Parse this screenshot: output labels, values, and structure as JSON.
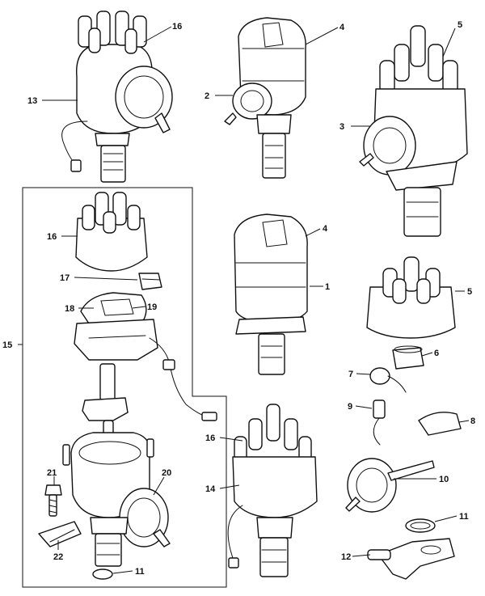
{
  "diagram": {
    "callouts": [
      {
        "id": "c16a",
        "text": "16"
      },
      {
        "id": "c13",
        "text": "13"
      },
      {
        "id": "c4a",
        "text": "4"
      },
      {
        "id": "c2",
        "text": "2"
      },
      {
        "id": "c5a",
        "text": "5"
      },
      {
        "id": "c3",
        "text": "3"
      },
      {
        "id": "c16b",
        "text": "16"
      },
      {
        "id": "c17",
        "text": "17"
      },
      {
        "id": "c18",
        "text": "18"
      },
      {
        "id": "c19",
        "text": "19"
      },
      {
        "id": "c15",
        "text": "15"
      },
      {
        "id": "c4b",
        "text": "4"
      },
      {
        "id": "c1",
        "text": "1"
      },
      {
        "id": "c5b",
        "text": "5"
      },
      {
        "id": "c6",
        "text": "6"
      },
      {
        "id": "c7",
        "text": "7"
      },
      {
        "id": "c9",
        "text": "9"
      },
      {
        "id": "c8",
        "text": "8"
      },
      {
        "id": "c16c",
        "text": "16"
      },
      {
        "id": "c14",
        "text": "14"
      },
      {
        "id": "c10",
        "text": "10"
      },
      {
        "id": "c21",
        "text": "21"
      },
      {
        "id": "c20",
        "text": "20"
      },
      {
        "id": "c11a",
        "text": "11"
      },
      {
        "id": "c12",
        "text": "12"
      },
      {
        "id": "c22",
        "text": "22"
      },
      {
        "id": "c11b",
        "text": "11"
      }
    ],
    "parts": [
      "distributor-assembly-top-left",
      "distributor-body-top-center",
      "distributor-assembly-top-right",
      "exploded-distributor-panel",
      "distributor-body-middle",
      "distributor-cap",
      "rotor-arm",
      "condenser",
      "contact-set",
      "vacuum-unit",
      "seal-ring",
      "clamp-plate",
      "distributor-assembly-bottom-center"
    ]
  }
}
